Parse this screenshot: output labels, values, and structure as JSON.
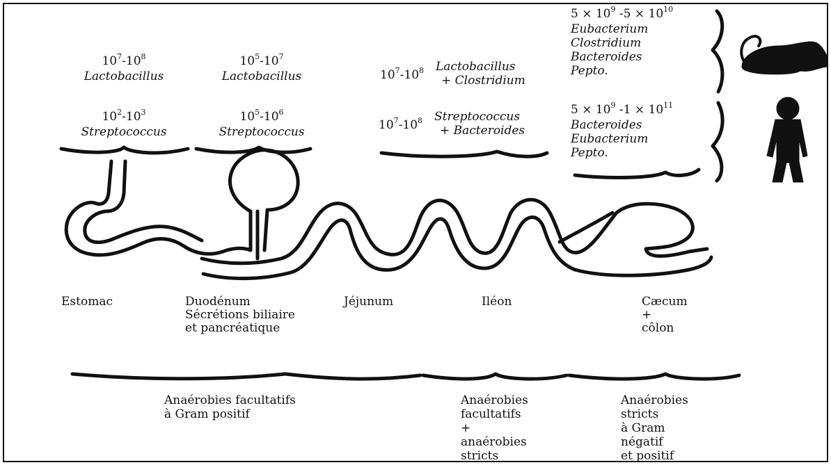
{
  "segments": [
    {
      "count_a": {
        "base1": "10",
        "exp1": "7",
        "sep": "-",
        "base2": "10",
        "exp2": "8"
      },
      "genus_a": "Lactobacillus",
      "count_b": {
        "base1": "10",
        "exp1": "2",
        "sep": "-",
        "base2": "10",
        "exp2": "3"
      },
      "genus_b": "Streptococcus"
    },
    {
      "count_a": {
        "base1": "10",
        "exp1": "5",
        "sep": "-",
        "base2": "10",
        "exp2": "7"
      },
      "genus_a": "Lactobacillus",
      "count_b": {
        "base1": "10",
        "exp1": "5",
        "sep": "-",
        "base2": "10",
        "exp2": "6"
      },
      "genus_b": "Streptococcus"
    },
    {
      "count_a": {
        "base1": "10",
        "exp1": "7",
        "sep": "-",
        "base2": "10",
        "exp2": "8"
      },
      "genus_a_line1": "Lactobacillus",
      "genus_a_line2": "+ Clostridium",
      "count_b": {
        "base1": "10",
        "exp1": "7",
        "sep": "-",
        "base2": "10",
        "exp2": "8"
      },
      "genus_b_line1": "Streptococcus",
      "genus_b_line2": "+ Bacteroides"
    }
  ],
  "colon_rat": {
    "count": {
      "pre": "5 × 10",
      "exp1": "9",
      "mid": " -5 × 10",
      "exp2": "10"
    },
    "genera": [
      "Eubacterium",
      "Clostridium",
      "Bacteroides",
      "Pepto."
    ]
  },
  "colon_human": {
    "count": {
      "pre": "5 × 10",
      "exp1": "9",
      "mid": " -1 × 10",
      "exp2": "11"
    },
    "genera": [
      "Bacteroides",
      "Eubacterium",
      "Pepto."
    ]
  },
  "organs": {
    "estomac": "Estomac",
    "duodenum": [
      "Duodénum",
      "Sécrétions biliaire",
      "et pancréatique"
    ],
    "jejunum": "Jéjunum",
    "ileon": "Iléon",
    "caecum": [
      "Cæcum",
      "+",
      "côlon"
    ]
  },
  "groups": {
    "group1": [
      "Anaérobies facultatifs",
      "à Gram positif"
    ],
    "group2": [
      "Anaérobies",
      "facultatifs",
      "+",
      "anaérobies",
      "stricts"
    ],
    "group3": [
      "Anaérobies",
      "stricts",
      "à Gram",
      "négatif",
      "et positif"
    ]
  },
  "icons": {
    "rat": "rat-silhouette-icon",
    "human": "human-silhouette-icon"
  },
  "colors": {
    "ink": "#111111",
    "background": "#ffffff"
  }
}
